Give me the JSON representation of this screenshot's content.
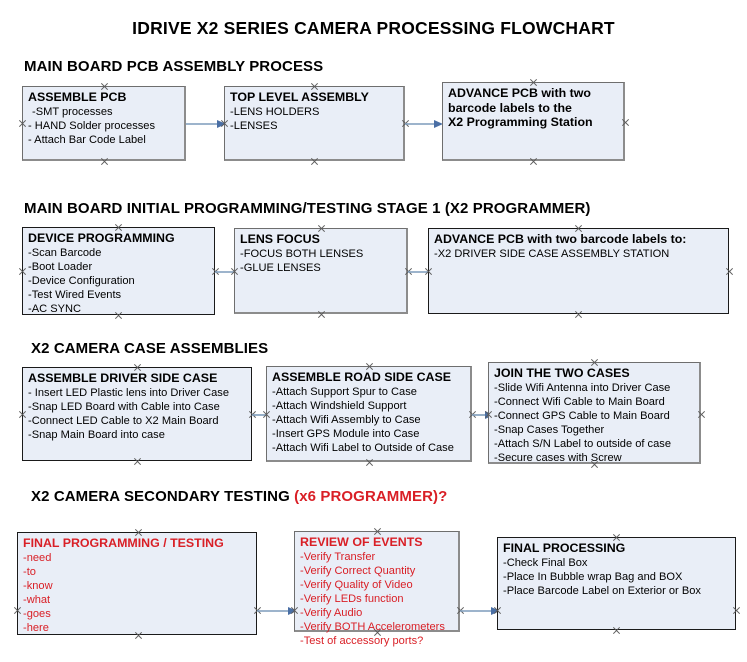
{
  "document": {
    "title": "IDRIVE X2  SERIES CAMERA PROCESSING FLOWCHART",
    "accent_color": "#d91f26",
    "node_fill": "#e9eef7",
    "node_border": "#1a1a1a",
    "connector_color": "#6e8fb0"
  },
  "sections": [
    {
      "id": "main-board-pcb-assembly-process",
      "header": "MAIN BOARD PCB ASSEMBLY PROCESS",
      "header_accent": "",
      "nodes": [
        {
          "id": "assemble-pcb",
          "title": "ASSEMBLE PCB",
          "lines": [
            "-SMT processes",
            "- HAND Solder processes",
            "- Attach Bar Code Label"
          ],
          "red": false
        },
        {
          "id": "top-level-assembly",
          "title": "TOP LEVEL ASSEMBLY",
          "lines": [
            "-LENS HOLDERS",
            "-LENSES"
          ],
          "red": false
        },
        {
          "id": "advance-pcb-to-x2-programming-station",
          "title": "ADVANCE PCB with two",
          "lines": [
            "barcode labels to the",
            " X2 Programming Station"
          ],
          "bold_lines": true,
          "red": false
        }
      ]
    },
    {
      "id": "main-board-initial-programming-testing-stage-1",
      "header": "MAIN BOARD INITIAL PROGRAMMING/TESTING STAGE 1 (X2 PROGRAMMER)",
      "header_accent": "",
      "nodes": [
        {
          "id": "device-programming",
          "title": "DEVICE PROGRAMMING",
          "lines": [
            "-Scan Barcode",
            "-Boot Loader",
            "-Device Configuration",
            "-Test Wired Events",
            "-AC SYNC"
          ],
          "red": false
        },
        {
          "id": "lens-focus",
          "title": "LENS FOCUS",
          "lines": [
            "-FOCUS BOTH LENSES",
            "-GLUE LENSES"
          ],
          "red": false
        },
        {
          "id": "advance-pcb-to-driver-side-case-assembly-station",
          "title": "ADVANCE PCB with two barcode labels to:",
          "lines": [
            "-X2 DRIVER  SIDE  CASE  ASSEMBLY STATION"
          ],
          "red": false
        }
      ]
    },
    {
      "id": "x2-camera-case-assemblies",
      "header": "X2 CAMERA CASE ASSEMBLIES",
      "header_accent": "",
      "nodes": [
        {
          "id": "assemble-driver-side-case",
          "title": "ASSEMBLE DRIVER SIDE CASE",
          "lines": [
            "- Insert LED Plastic lens into Driver Case",
            "-Snap LED Board with Cable into Case",
            "-Connect LED Cable to X2 Main Board",
            "-Snap Main Board into case"
          ],
          "red": false
        },
        {
          "id": "assemble-road-side-case",
          "title": "ASSEMBLE ROAD SIDE CASE",
          "lines": [
            "-Attach Support Spur to Case",
            "-Attach Windshield Support",
            "-Attach Wifi Assembly to Case",
            "-Insert GPS Module into Case",
            "-Attach Wifi Label to Outside of Case"
          ],
          "red": false
        },
        {
          "id": "join-the-two-cases",
          "title": "JOIN THE TWO CASES",
          "lines": [
            "-Slide Wifi Antenna into Driver Case",
            "-Connect Wifi Cable to Main Board",
            "-Connect GPS Cable to Main Board",
            "-Snap Cases Together",
            "-Attach S/N Label to outside of case",
            "-Secure cases with Screw"
          ],
          "red": false
        }
      ]
    },
    {
      "id": "x2-camera-secondary-testing",
      "header": "X2 CAMERA SECONDARY TESTING ",
      "header_accent": "(x6 PROGRAMMER)?",
      "nodes": [
        {
          "id": "final-programming-testing",
          "title": "FINAL PROGRAMMING / TESTING",
          "lines": [
            "-need",
            "-to",
            "-know",
            "-what",
            "-goes",
            "-here"
          ],
          "red": true
        },
        {
          "id": "review-of-events",
          "title": "REVIEW OF EVENTS",
          "lines": [
            "-Verify Transfer",
            "-Verify Correct Quantity",
            "-Verify Quality of Video",
            "-Verify LEDs function",
            "-Verify Audio",
            "-Verify BOTH Accelerometers",
            "-Test of accessory ports?"
          ],
          "red": true
        },
        {
          "id": "final-processing",
          "title": "FINAL PROCESSING",
          "lines": [
            " -Check Final Box",
            "-Place In Bubble wrap Bag and BOX",
            "-Place Barcode Label on Exterior or Box"
          ],
          "red": false
        }
      ]
    }
  ]
}
